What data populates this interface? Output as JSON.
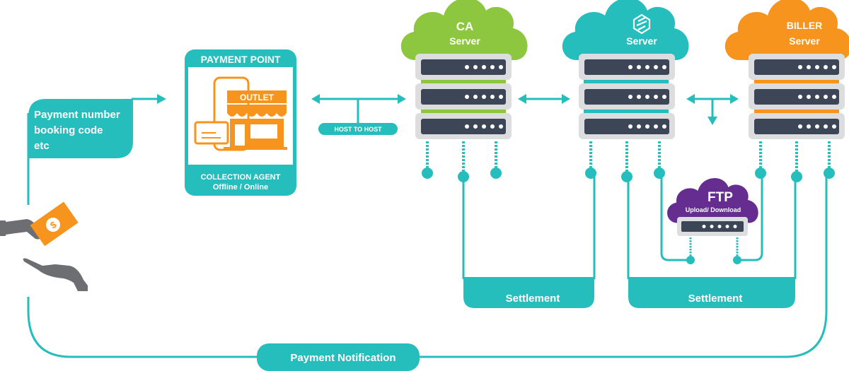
{
  "colors": {
    "teal": "#26bdbd",
    "green": "#8dc63f",
    "orange": "#f7941d",
    "purple": "#662d91",
    "server_frame": "#dcdddf",
    "server_panel": "#3d4656",
    "hand_gray": "#6d6e71"
  },
  "customer": {
    "info_label_lines": [
      "Payment number",
      "booking code",
      "etc"
    ],
    "icon": "cash-handover-icon"
  },
  "payment_point": {
    "title": "PAYMENT POINT",
    "outlet_sign": "OUTLET",
    "footer_line1": "COLLECTION AGENT",
    "footer_line2": "Offline / Online",
    "icon": "outlet-store-icon"
  },
  "host_to_host": {
    "label": "HOST TO HOST"
  },
  "servers": [
    {
      "id": "ca",
      "line1": "CA",
      "line2": "Server",
      "cloud_color": "#8dc63f"
    },
    {
      "id": "hub",
      "line1": "",
      "logo": "logo-icon",
      "line2": "Server",
      "cloud_color": "#26bdbd"
    },
    {
      "id": "biller",
      "line1": "BILLER",
      "line2": "Server",
      "cloud_color": "#f7941d"
    }
  ],
  "ftp": {
    "title": "FTP",
    "subtitle": "Upload/ Download"
  },
  "settlements": [
    {
      "label": "Settlement"
    },
    {
      "label": "Settlement"
    }
  ],
  "notification": {
    "label": "Payment Notification"
  }
}
